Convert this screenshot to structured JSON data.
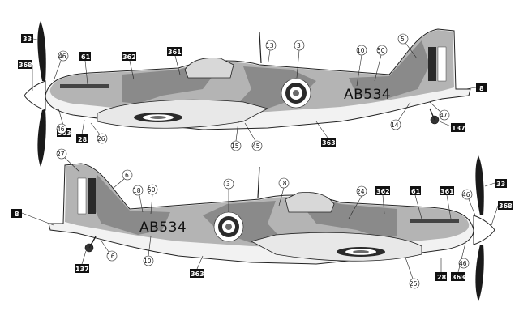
{
  "serial": "AB534",
  "colors": {
    "grey": "#b4b4b4",
    "green": "#8a8a8a",
    "sky": "#f2f2f2",
    "blade": "#1a1a1a",
    "roundel_blue": "#2a2a2a",
    "roundel_white": "#ffffff",
    "roundel_red": "#6a6a6a",
    "callout_box": "#111111"
  },
  "top_view": {
    "callouts": {
      "c33": "33",
      "c368": "368",
      "c46a": "46",
      "c61": "61",
      "c362": "362",
      "c361": "361",
      "c13": "13",
      "c3": "3",
      "c10": "10",
      "c50": "50",
      "c5": "5",
      "c8": "8",
      "c47": "47",
      "c14": "14",
      "c137": "137",
      "c363a": "363",
      "c46b": "46",
      "c28": "28",
      "c26": "26",
      "c15": "15",
      "c45": "45",
      "c363b": "363"
    }
  },
  "bottom_view": {
    "callouts": {
      "c27": "27",
      "c6": "6",
      "c18a": "18",
      "c50": "50",
      "c3": "3",
      "c18b": "18",
      "c24": "24",
      "c362": "362",
      "c61": "61",
      "c361": "361",
      "c46a": "46",
      "c33": "33",
      "c368": "368",
      "c8": "8",
      "c137": "137",
      "c16": "16",
      "c10": "10",
      "c363a": "363",
      "c25": "25",
      "c28": "28",
      "c46b": "46",
      "c363b": "363"
    }
  }
}
